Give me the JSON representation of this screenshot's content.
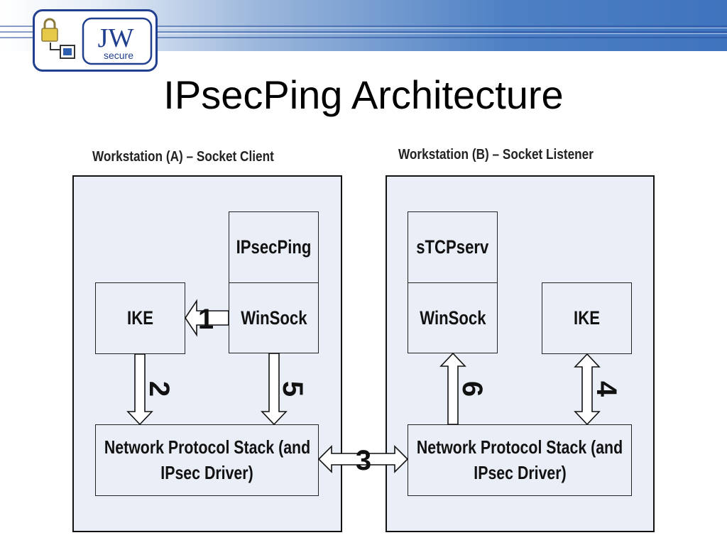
{
  "title": "IPsecPing Architecture",
  "logo": {
    "brand": "JW",
    "sub": "secure",
    "icon": "padlock-windows-icon"
  },
  "workstation_a": {
    "label": "Workstation (A) – Socket Client",
    "ipsecping": "IPsecPing",
    "winsock": "WinSock",
    "ike": "IKE",
    "stack_line1": "Network Protocol Stack (and",
    "stack_line2": "IPsec Driver)"
  },
  "workstation_b": {
    "label": "Workstation (B) – Socket Listener",
    "stcpserv": "sTCPserv",
    "winsock": "WinSock",
    "ike": "IKE",
    "stack_line1": "Network Protocol Stack (and",
    "stack_line2": "IPsec Driver)"
  },
  "steps": [
    "1",
    "2",
    "3",
    "4",
    "5",
    "6"
  ],
  "colors": {
    "box_fill": "#e9eef7",
    "banner_dark": "#3f73bd",
    "logo_border": "#213f8f"
  }
}
